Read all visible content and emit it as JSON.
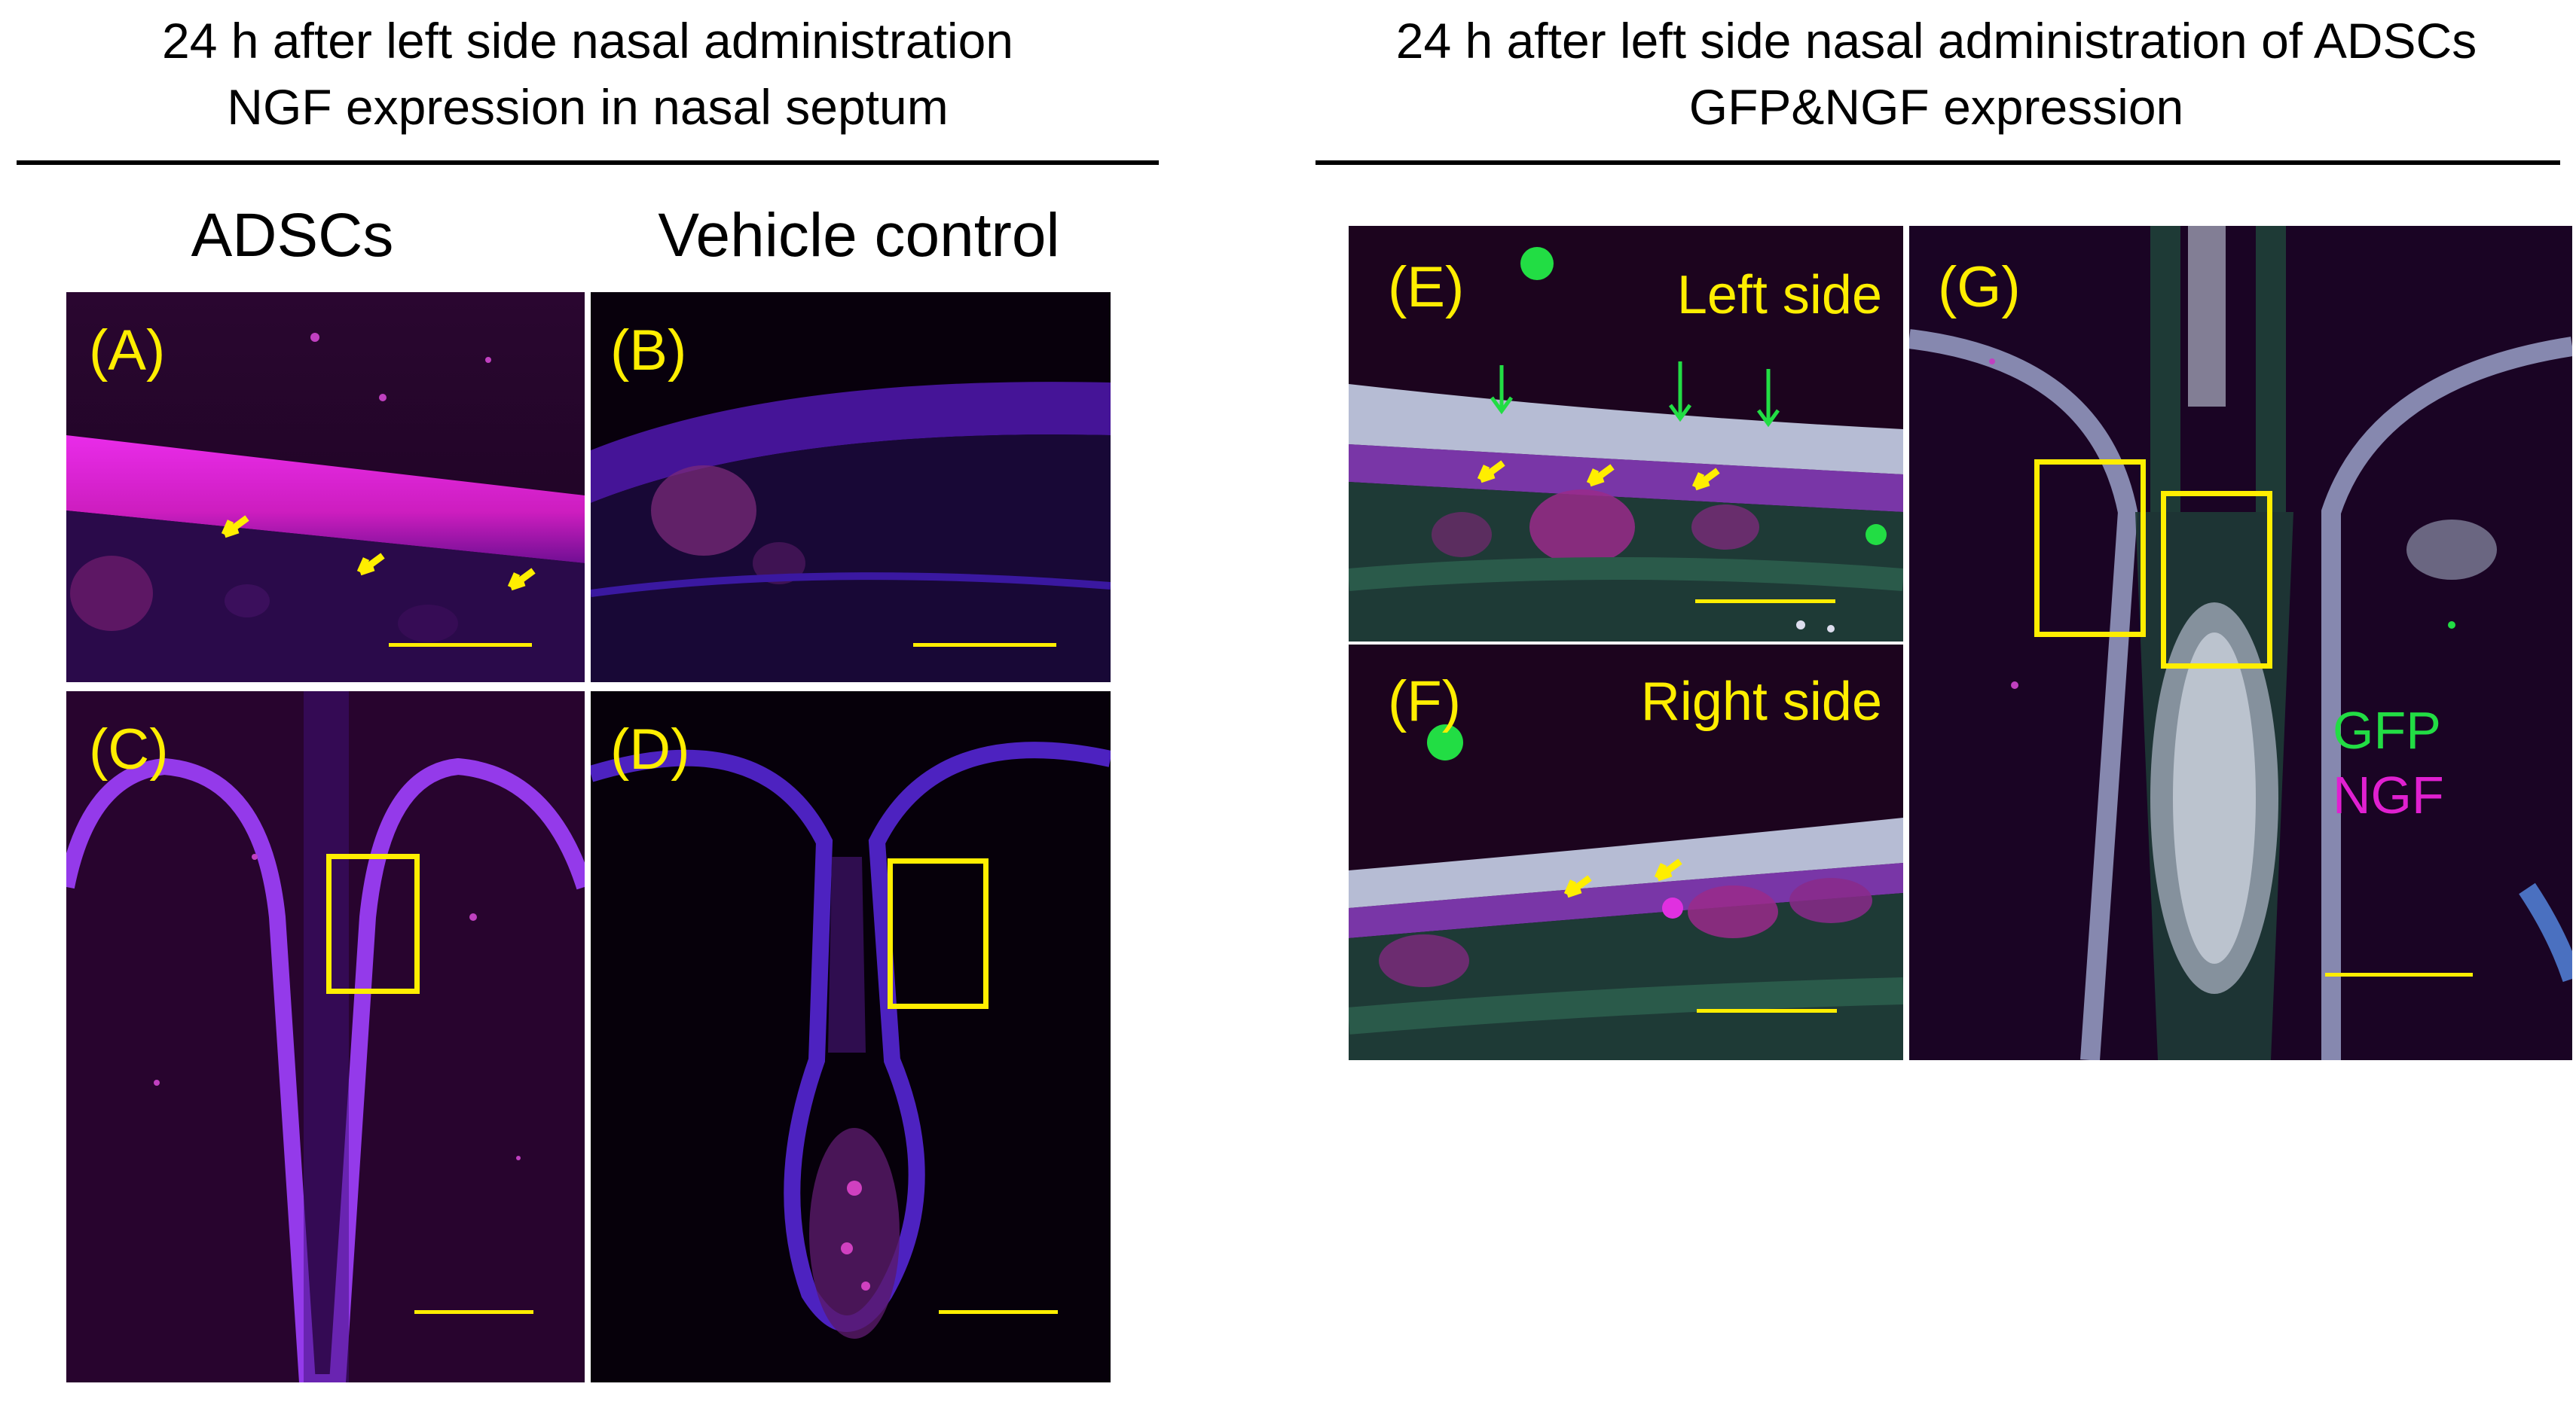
{
  "left": {
    "heading_line1": "24 h after left side nasal administration",
    "heading_line2": "NGF expression in nasal septum",
    "col1_label": "ADSCs",
    "col2_label": "Vehicle control",
    "panels": [
      "(A)",
      "(B)",
      "(C)",
      "(D)"
    ]
  },
  "right": {
    "heading_line1": "24 h after left side nasal administration of ADSCs",
    "heading_line2": "GFP&NGF expression",
    "panels": [
      "(E)",
      "(F)",
      "(G)"
    ],
    "left_side_label": "Left side",
    "right_side_label": "Right side",
    "legend_gfp": "GFP",
    "legend_ngf": "NGF"
  },
  "colors": {
    "label_yellow": "#ffee00",
    "gfp_green": "#22dd44",
    "ngf_magenta": "#e020d0",
    "dapi_blue": "#3040ff"
  }
}
